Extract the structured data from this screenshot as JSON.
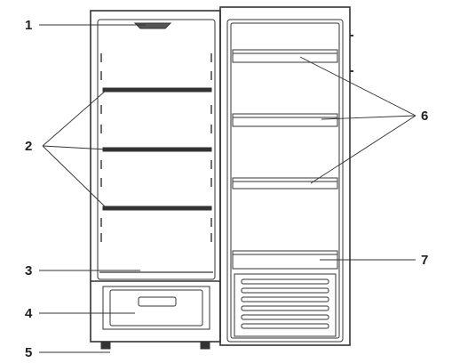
{
  "callouts": [
    {
      "id": "1",
      "label": "1"
    },
    {
      "id": "2",
      "label": "2"
    },
    {
      "id": "3",
      "label": "3"
    },
    {
      "id": "4",
      "label": "4"
    },
    {
      "id": "5",
      "label": "5"
    },
    {
      "id": "6",
      "label": "6"
    },
    {
      "id": "7",
      "label": "7"
    }
  ],
  "colors": {
    "line": "#333333",
    "text": "#222222",
    "background": "#ffffff"
  }
}
